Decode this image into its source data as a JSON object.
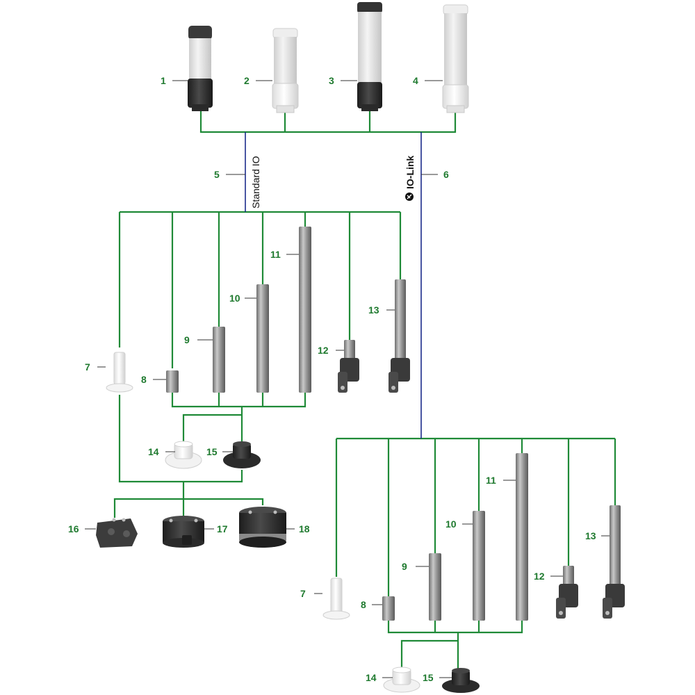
{
  "colors": {
    "connector": "#1f8a37",
    "bus_line": "#1a2a8a",
    "callout": "#1f7a2f",
    "metal": "#8e8e8e",
    "black_part": "#2b2b2b",
    "white_part": "#f2f2f2"
  },
  "bus": {
    "standard_label": "Standard IO",
    "iolink_label": "IO-Link",
    "iolink_logo_icon": "io-link-logo-icon"
  },
  "callouts": {
    "c1": "1",
    "c2": "2",
    "c3": "3",
    "c4": "4",
    "c5": "5",
    "c6": "6",
    "c7": "7",
    "c8": "8",
    "c9": "9",
    "c10": "10",
    "c11": "11",
    "c12": "12",
    "c13": "13",
    "c14": "14",
    "c15": "15",
    "c16": "16",
    "c17": "17",
    "c18": "18"
  },
  "parts": [
    {
      "id": "1",
      "icon": "tower-light-black-short-icon"
    },
    {
      "id": "2",
      "icon": "tower-light-white-short-icon"
    },
    {
      "id": "3",
      "icon": "tower-light-black-tall-icon"
    },
    {
      "id": "4",
      "icon": "tower-light-white-tall-icon"
    },
    {
      "id": "7",
      "icon": "white-mounting-pole-icon"
    },
    {
      "id": "8",
      "icon": "short-tube-icon"
    },
    {
      "id": "9",
      "icon": "tube-icon"
    },
    {
      "id": "10",
      "icon": "tube-icon"
    },
    {
      "id": "11",
      "icon": "tube-icon"
    },
    {
      "id": "12",
      "icon": "bracket-tube-short-icon"
    },
    {
      "id": "13",
      "icon": "bracket-tube-long-icon"
    },
    {
      "id": "14",
      "icon": "white-base-icon"
    },
    {
      "id": "15",
      "icon": "black-base-icon"
    },
    {
      "id": "16",
      "icon": "wall-bracket-icon"
    },
    {
      "id": "17",
      "icon": "mounting-box-icon"
    },
    {
      "id": "18",
      "icon": "mounting-box-with-seal-icon"
    }
  ]
}
